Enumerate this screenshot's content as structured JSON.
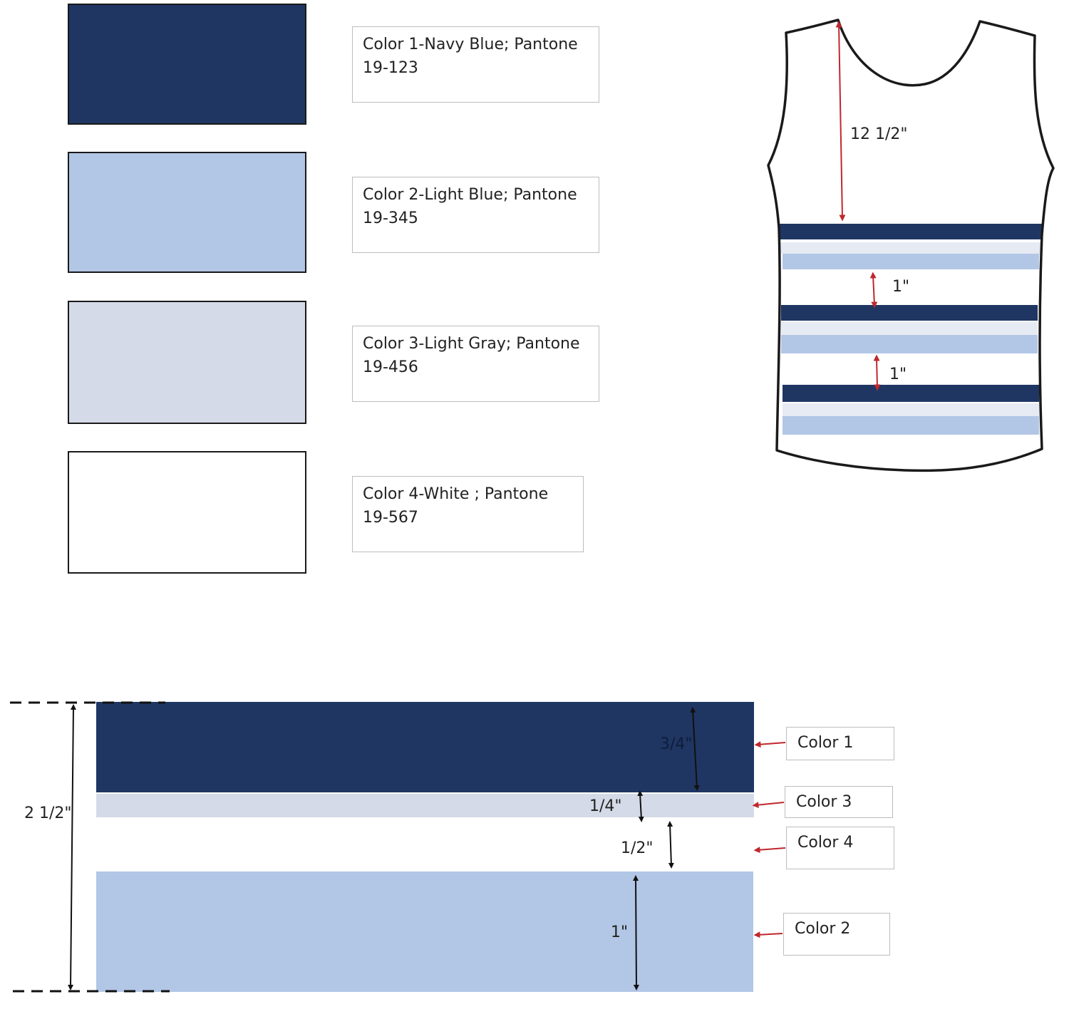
{
  "colors": {
    "navy": "#1f3663",
    "light_blue": "#b2c6e6",
    "light_gray": "#d5dae8",
    "white": "#ffffff",
    "arrow_red": "#c0272d",
    "outline": "#1a1a1a"
  },
  "swatches": [
    {
      "name": "color-1",
      "color_key": "navy",
      "label_line1": "Color 1-Navy Blue; Pantone",
      "label_line2": "19-123"
    },
    {
      "name": "color-2",
      "color_key": "light_blue",
      "label_line1": "Color 2-Light Blue; Pantone",
      "label_line2": "19-345"
    },
    {
      "name": "color-3",
      "color_key": "light_gray",
      "label_line1": "Color 3-Light Gray; Pantone",
      "label_line2": "19-456"
    },
    {
      "name": "color-4",
      "color_key": "white",
      "label_line1": "Color 4-White ; Pantone",
      "label_line2": "19-567"
    }
  ],
  "shirt": {
    "length_label": "12 1/2\"",
    "gap_label_1": "1\"",
    "gap_label_2": "1\""
  },
  "stripe_detail": {
    "total_label": "2 1/2\"",
    "bands": [
      {
        "color_ref": "Color 1",
        "height_label": "3/4\""
      },
      {
        "color_ref": "Color 3",
        "height_label": "1/4\""
      },
      {
        "color_ref": "Color 4",
        "height_label": "1/2\""
      },
      {
        "color_ref": "Color 2",
        "height_label": "1\""
      }
    ]
  }
}
